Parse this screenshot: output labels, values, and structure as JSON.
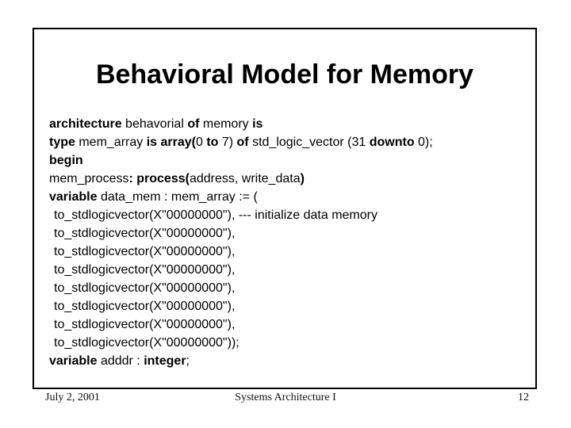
{
  "slide": {
    "title": "Behavioral Model for Memory",
    "code_lines": [
      {
        "indent": false,
        "segments": [
          {
            "text": "architecture ",
            "bold": true
          },
          {
            "text": "behavorial ",
            "bold": false
          },
          {
            "text": "of ",
            "bold": true
          },
          {
            "text": "memory ",
            "bold": false
          },
          {
            "text": "is",
            "bold": true
          }
        ]
      },
      {
        "indent": false,
        "segments": [
          {
            "text": "type ",
            "bold": true
          },
          {
            "text": "mem_array ",
            "bold": false
          },
          {
            "text": "is array(",
            "bold": true
          },
          {
            "text": "0 ",
            "bold": false
          },
          {
            "text": "to ",
            "bold": true
          },
          {
            "text": "7) ",
            "bold": false
          },
          {
            "text": "of ",
            "bold": true
          },
          {
            "text": "std_logic_vector (31 ",
            "bold": false
          },
          {
            "text": "downto ",
            "bold": true
          },
          {
            "text": "0);",
            "bold": false
          }
        ]
      },
      {
        "indent": false,
        "segments": [
          {
            "text": "begin",
            "bold": true
          }
        ]
      },
      {
        "indent": false,
        "segments": [
          {
            "text": "mem_process",
            "bold": false
          },
          {
            "text": ": process(",
            "bold": true
          },
          {
            "text": "address, write_data",
            "bold": false
          },
          {
            "text": ")",
            "bold": true
          }
        ]
      },
      {
        "indent": false,
        "segments": [
          {
            "text": "variable ",
            "bold": true
          },
          {
            "text": "data_mem : mem_array := (",
            "bold": false
          }
        ]
      },
      {
        "indent": true,
        "segments": [
          {
            "text": "to_stdlogicvector(X\"00000000\"), --- initialize data memory",
            "bold": false
          }
        ]
      },
      {
        "indent": true,
        "segments": [
          {
            "text": "to_stdlogicvector(X\"00000000\"),",
            "bold": false
          }
        ]
      },
      {
        "indent": true,
        "segments": [
          {
            "text": "to_stdlogicvector(X\"00000000\"),",
            "bold": false
          }
        ]
      },
      {
        "indent": true,
        "segments": [
          {
            "text": "to_stdlogicvector(X\"00000000\"),",
            "bold": false
          }
        ]
      },
      {
        "indent": true,
        "segments": [
          {
            "text": "to_stdlogicvector(X\"00000000\"),",
            "bold": false
          }
        ]
      },
      {
        "indent": true,
        "segments": [
          {
            "text": "to_stdlogicvector(X\"00000000\"),",
            "bold": false
          }
        ]
      },
      {
        "indent": true,
        "segments": [
          {
            "text": "to_stdlogicvector(X\"00000000\"),",
            "bold": false
          }
        ]
      },
      {
        "indent": true,
        "segments": [
          {
            "text": "to_stdlogicvector(X\"00000000\"));",
            "bold": false
          }
        ]
      },
      {
        "indent": false,
        "segments": [
          {
            "text": "variable ",
            "bold": true
          },
          {
            "text": "adddr : ",
            "bold": false
          },
          {
            "text": "integer",
            "bold": true
          },
          {
            "text": ";",
            "bold": false
          }
        ]
      }
    ],
    "footer": {
      "date": "July 2, 2001",
      "course": "Systems Architecture I",
      "page_number": "12"
    }
  },
  "colors": {
    "background": "#ffffff",
    "border": "#000000",
    "text": "#000000"
  }
}
